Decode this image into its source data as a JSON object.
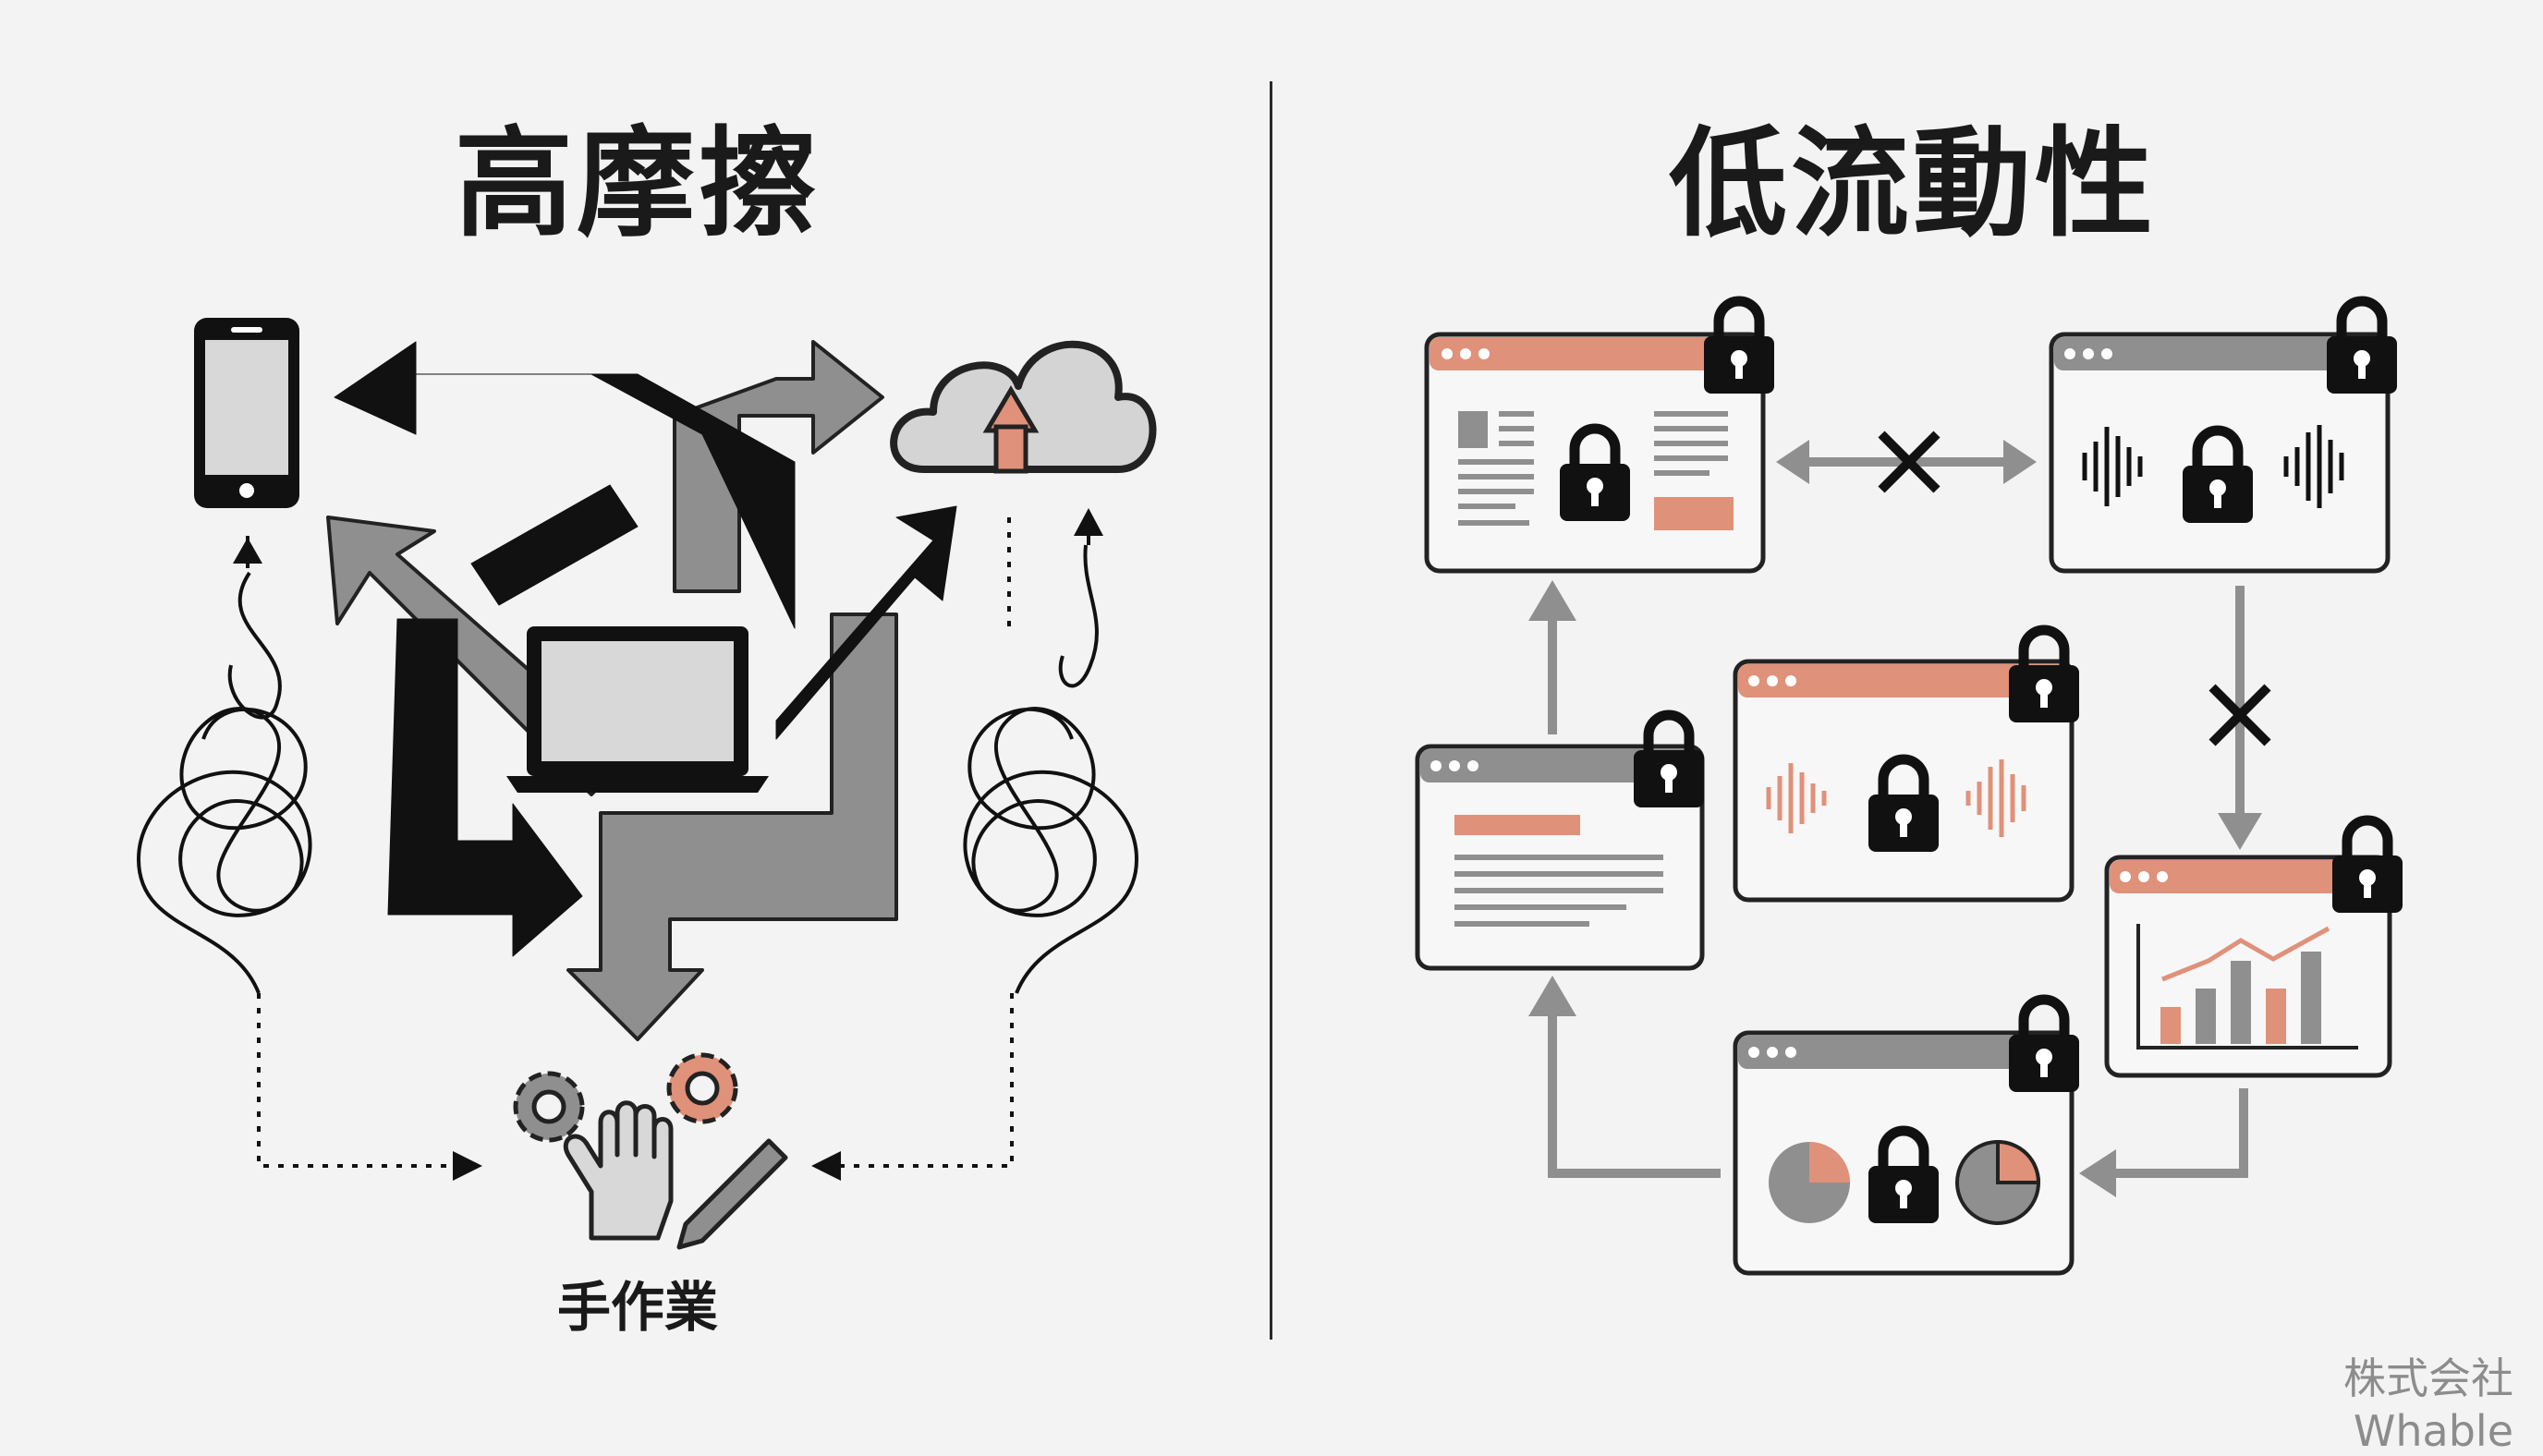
{
  "left_panel": {
    "title": "高摩擦",
    "manual_label": "手作業"
  },
  "right_panel": {
    "title": "低流動性"
  },
  "footer": {
    "company": "株式会社Whable"
  },
  "colors": {
    "accent": "#e0917a",
    "dark": "#111111",
    "gray": "#8f8f8f",
    "light_gray": "#d8d8d8",
    "background": "#f3f3f3"
  },
  "icons": [
    "smartphone-icon",
    "cloud-upload-icon",
    "laptop-icon",
    "gear-icon",
    "hand-icon",
    "pen-icon",
    "lock-icon",
    "browser-window-icon",
    "blocked-x-icon",
    "tangle-icon"
  ]
}
